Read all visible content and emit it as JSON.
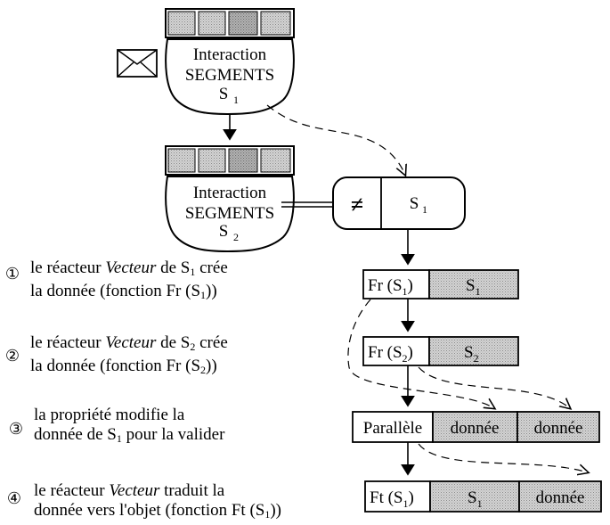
{
  "segments_1": {
    "line1": "Interaction",
    "line2": "SEGMENTS",
    "sub_label": "S",
    "sub_index": "1"
  },
  "segments_2": {
    "line1": "Interaction",
    "line2": "SEGMENTS",
    "sub_label": "S",
    "sub_index": "2"
  },
  "comparator": {
    "symbol": "≠",
    "label": "S",
    "index": "1"
  },
  "boxes": {
    "fr1": {
      "left_pre": "Fr (S",
      "left_idx": "1",
      "left_post": ")",
      "right": "S",
      "right_idx": "1"
    },
    "fr2": {
      "left_pre": "Fr (S",
      "left_idx": "2",
      "left_post": ")",
      "right": "S",
      "right_idx": "2"
    },
    "parallele": {
      "left": "Parallèle",
      "mid": "donnée",
      "right": "donnée"
    },
    "ft1": {
      "left_pre": "Ft (S",
      "left_idx": "1",
      "left_post": ")",
      "mid": "S",
      "mid_idx": "1",
      "right": "donnée"
    }
  },
  "notes": [
    {
      "marker": "①",
      "line1_pre": "le réacteur ",
      "line1_em": "Vecteur",
      "line1_mid": " de S",
      "line1_idx": "1",
      "line1_post": " crée",
      "line2_pre": "la donnée (fonction Fr (S",
      "line2_idx": "1",
      "line2_post": "))"
    },
    {
      "marker": "②",
      "line1_pre": "le réacteur ",
      "line1_em": "Vecteur",
      "line1_mid": " de S",
      "line1_idx": "2",
      "line1_post": " crée",
      "line2_pre": "la donnée (fonction Fr (S",
      "line2_idx": "2",
      "line2_post": "))"
    },
    {
      "marker": "③",
      "line1": "la propriété modifie la",
      "line2_pre": "donnée de S",
      "line2_idx": "1",
      "line2_post": " pour la valider"
    },
    {
      "marker": "④",
      "line1_pre": "le réacteur ",
      "line1_em": "Vecteur",
      "line1_post": " traduit la",
      "line2_pre": "donnée vers l'objet (fonction Ft (S",
      "line2_idx": "1",
      "line2_post": "))"
    }
  ]
}
